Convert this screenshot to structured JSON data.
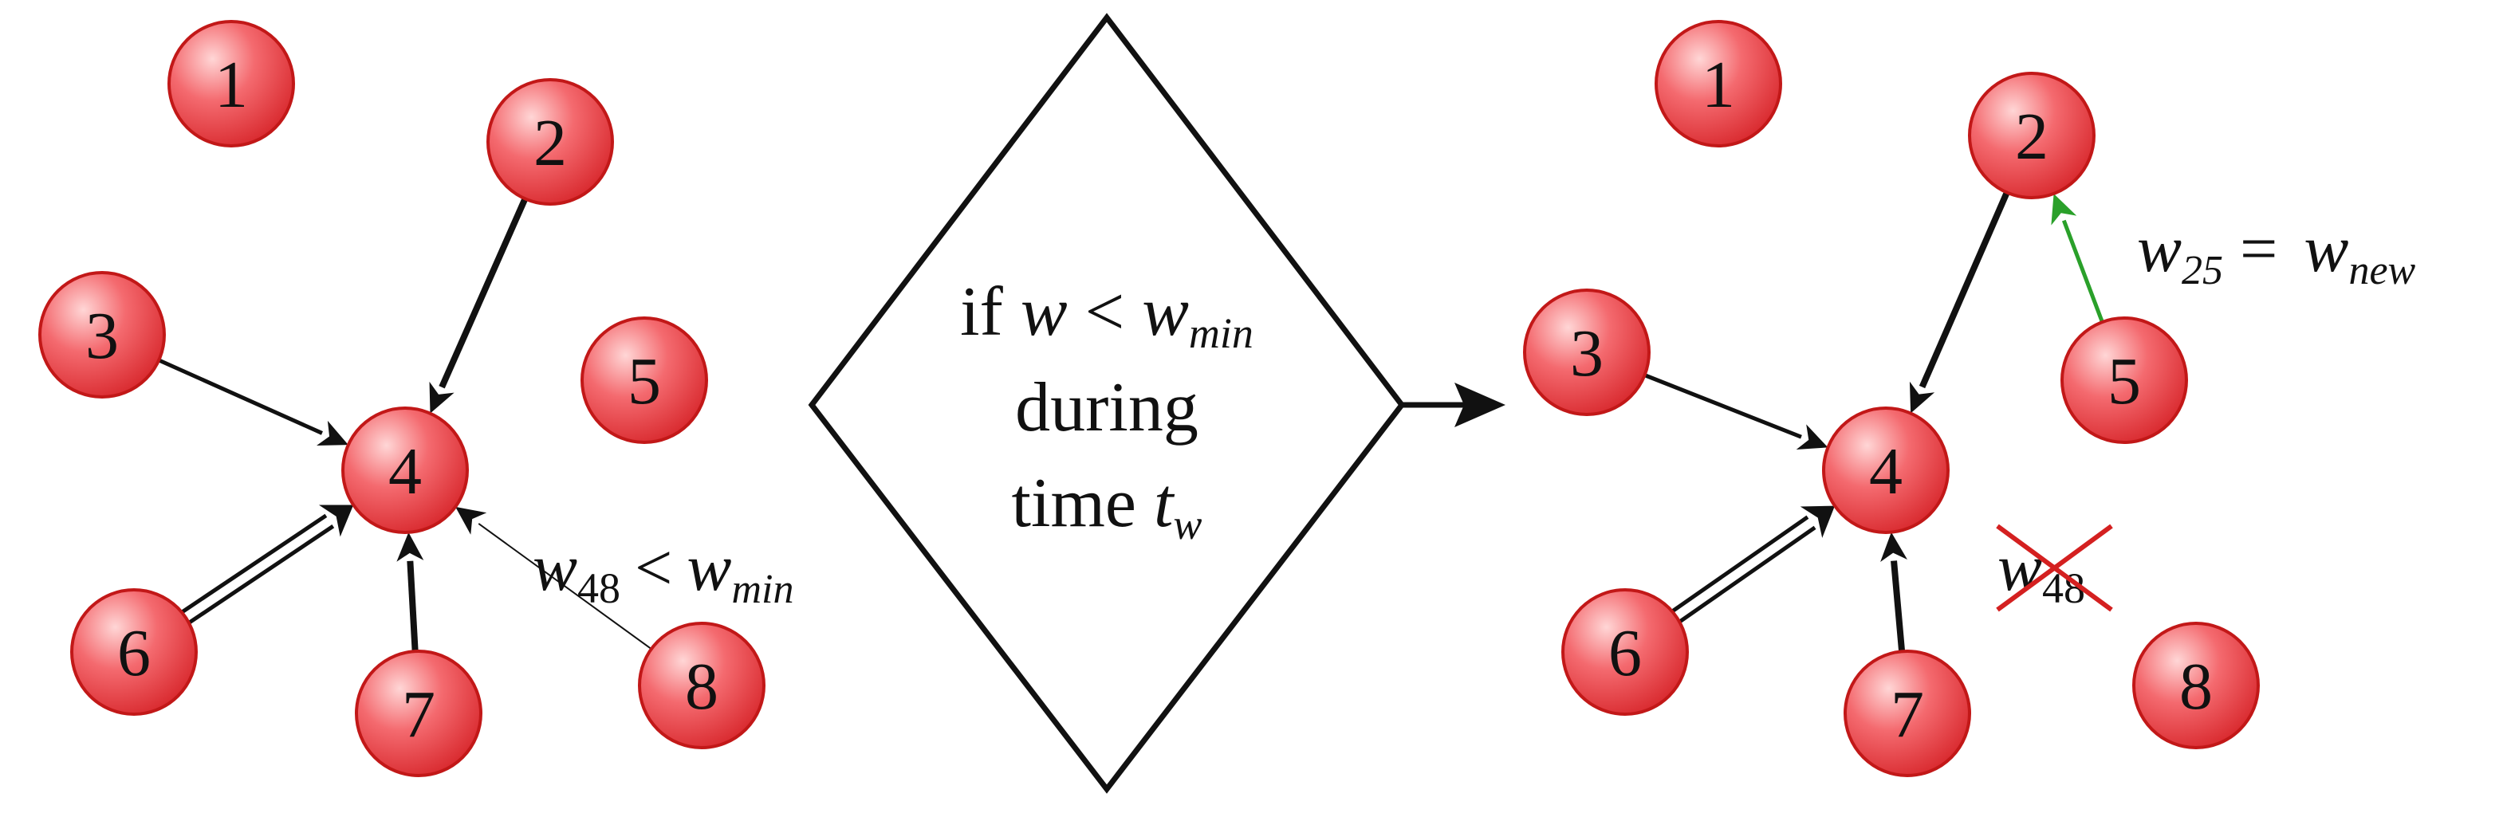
{
  "left_graph": {
    "nodes": [
      {
        "id": "n1",
        "label": "1"
      },
      {
        "id": "n2",
        "label": "2"
      },
      {
        "id": "n3",
        "label": "3"
      },
      {
        "id": "n4",
        "label": "4"
      },
      {
        "id": "n5",
        "label": "5"
      },
      {
        "id": "n6",
        "label": "6"
      },
      {
        "id": "n7",
        "label": "7"
      },
      {
        "id": "n8",
        "label": "8"
      }
    ],
    "edges": [
      {
        "from": "n2",
        "to": "n4",
        "style": "thick"
      },
      {
        "from": "n3",
        "to": "n4",
        "style": "medium"
      },
      {
        "from": "n6",
        "to": "n4",
        "style": "double"
      },
      {
        "from": "n7",
        "to": "n4",
        "style": "thick"
      },
      {
        "from": "n8",
        "to": "n4",
        "style": "thin"
      }
    ],
    "annotation": {
      "w": "w",
      "sub": "48",
      "op": "<",
      "rhs": "w",
      "rhs_sub": "min"
    }
  },
  "decision": {
    "line1": {
      "prefix": "if ",
      "w": "w",
      "op": " < ",
      "rhs": "w",
      "rhs_sub": "min"
    },
    "line2": "during",
    "line3": {
      "prefix": "time ",
      "t": "t",
      "t_sub": "w"
    }
  },
  "right_graph": {
    "nodes": [
      {
        "id": "m1",
        "label": "1"
      },
      {
        "id": "m2",
        "label": "2"
      },
      {
        "id": "m3",
        "label": "3"
      },
      {
        "id": "m4",
        "label": "4"
      },
      {
        "id": "m5",
        "label": "5"
      },
      {
        "id": "m6",
        "label": "6"
      },
      {
        "id": "m7",
        "label": "7"
      },
      {
        "id": "m8",
        "label": "8"
      }
    ],
    "edges": [
      {
        "from": "m2",
        "to": "m4",
        "style": "thick"
      },
      {
        "from": "m3",
        "to": "m4",
        "style": "medium"
      },
      {
        "from": "m6",
        "to": "m4",
        "style": "double"
      },
      {
        "from": "m7",
        "to": "m4",
        "style": "thick"
      },
      {
        "from": "m5",
        "to": "m2",
        "style": "new"
      }
    ],
    "new_edge_label": {
      "w": "w",
      "sub": "25",
      "eq": " = ",
      "rhs": "w",
      "rhs_sub": "new"
    },
    "removed_label": {
      "w": "w",
      "sub": "48"
    }
  },
  "colors": {
    "node_fill": "#f0525a",
    "node_stroke": "#c21818",
    "edge": "#111111",
    "new_edge": "#2aa02a",
    "cross": "#d42020"
  }
}
